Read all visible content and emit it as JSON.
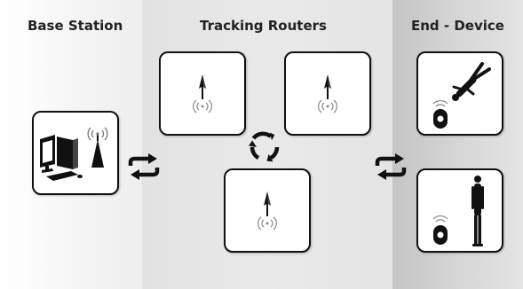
{
  "columns": [
    {
      "id": "base",
      "title": "Base Station"
    },
    {
      "id": "routers",
      "title": "Tracking Routers"
    },
    {
      "id": "end",
      "title": "End - Device"
    }
  ],
  "icons": {
    "base_station": [
      "computer-monitor-icon",
      "computer-tower-icon",
      "keyboard-icon",
      "mouse-icon",
      "antenna-icon",
      "wireless-signal-icon"
    ],
    "router": [
      "antenna-icon",
      "wireless-signal-icon"
    ],
    "end_device": [
      "tracking-tag-icon",
      "wireless-signal-icon",
      "falling-person-icon",
      "standing-person-icon"
    ],
    "links": [
      "sync-arrows-icon",
      "circular-arrows-icon"
    ]
  },
  "colors": {
    "ink": "#111111",
    "card": "#ffffff"
  }
}
